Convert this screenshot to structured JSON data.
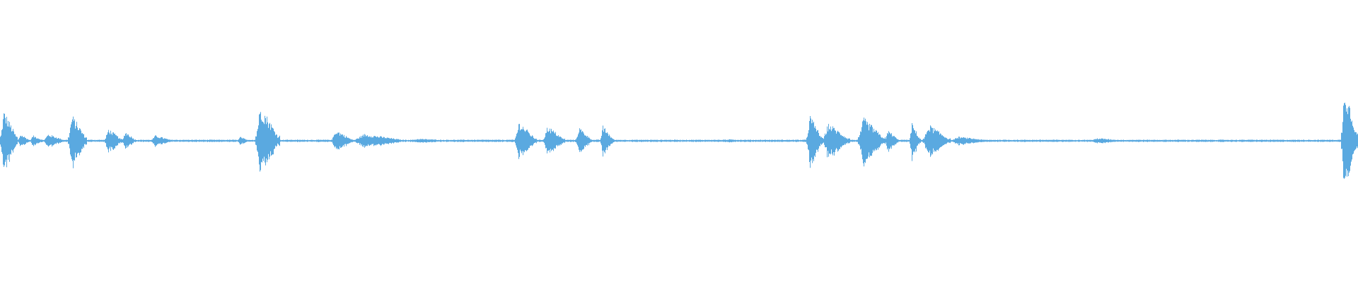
{
  "waveform": {
    "color": "#5aa9e0",
    "background": "#ffffff",
    "bursts": [
      {
        "start": 0.0,
        "end": 0.013,
        "amp": 0.22
      },
      {
        "start": 0.013,
        "end": 0.022,
        "amp": 0.05
      },
      {
        "start": 0.022,
        "end": 0.032,
        "amp": 0.04
      },
      {
        "start": 0.032,
        "end": 0.048,
        "amp": 0.05
      },
      {
        "start": 0.05,
        "end": 0.064,
        "amp": 0.19
      },
      {
        "start": 0.077,
        "end": 0.09,
        "amp": 0.09
      },
      {
        "start": 0.09,
        "end": 0.1,
        "amp": 0.07
      },
      {
        "start": 0.111,
        "end": 0.127,
        "amp": 0.04
      },
      {
        "start": 0.175,
        "end": 0.183,
        "amp": 0.03
      },
      {
        "start": 0.188,
        "end": 0.206,
        "amp": 0.26
      },
      {
        "start": 0.244,
        "end": 0.26,
        "amp": 0.08
      },
      {
        "start": 0.26,
        "end": 0.3,
        "amp": 0.05
      },
      {
        "start": 0.3,
        "end": 0.34,
        "amp": 0.015
      },
      {
        "start": 0.379,
        "end": 0.395,
        "amp": 0.14
      },
      {
        "start": 0.4,
        "end": 0.416,
        "amp": 0.11
      },
      {
        "start": 0.424,
        "end": 0.436,
        "amp": 0.1
      },
      {
        "start": 0.442,
        "end": 0.452,
        "amp": 0.11
      },
      {
        "start": 0.535,
        "end": 0.547,
        "amp": 0.015
      },
      {
        "start": 0.594,
        "end": 0.606,
        "amp": 0.19
      },
      {
        "start": 0.606,
        "end": 0.626,
        "amp": 0.13
      },
      {
        "start": 0.632,
        "end": 0.652,
        "amp": 0.17
      },
      {
        "start": 0.652,
        "end": 0.662,
        "amp": 0.08
      },
      {
        "start": 0.67,
        "end": 0.678,
        "amp": 0.13
      },
      {
        "start": 0.68,
        "end": 0.7,
        "amp": 0.12
      },
      {
        "start": 0.7,
        "end": 0.73,
        "amp": 0.03
      },
      {
        "start": 0.803,
        "end": 0.83,
        "amp": 0.02
      },
      {
        "start": 0.92,
        "end": 0.925,
        "amp": 0.01
      },
      {
        "start": 0.988,
        "end": 1.0,
        "amp": 0.42
      }
    ],
    "baseline_amp": 0.008
  }
}
